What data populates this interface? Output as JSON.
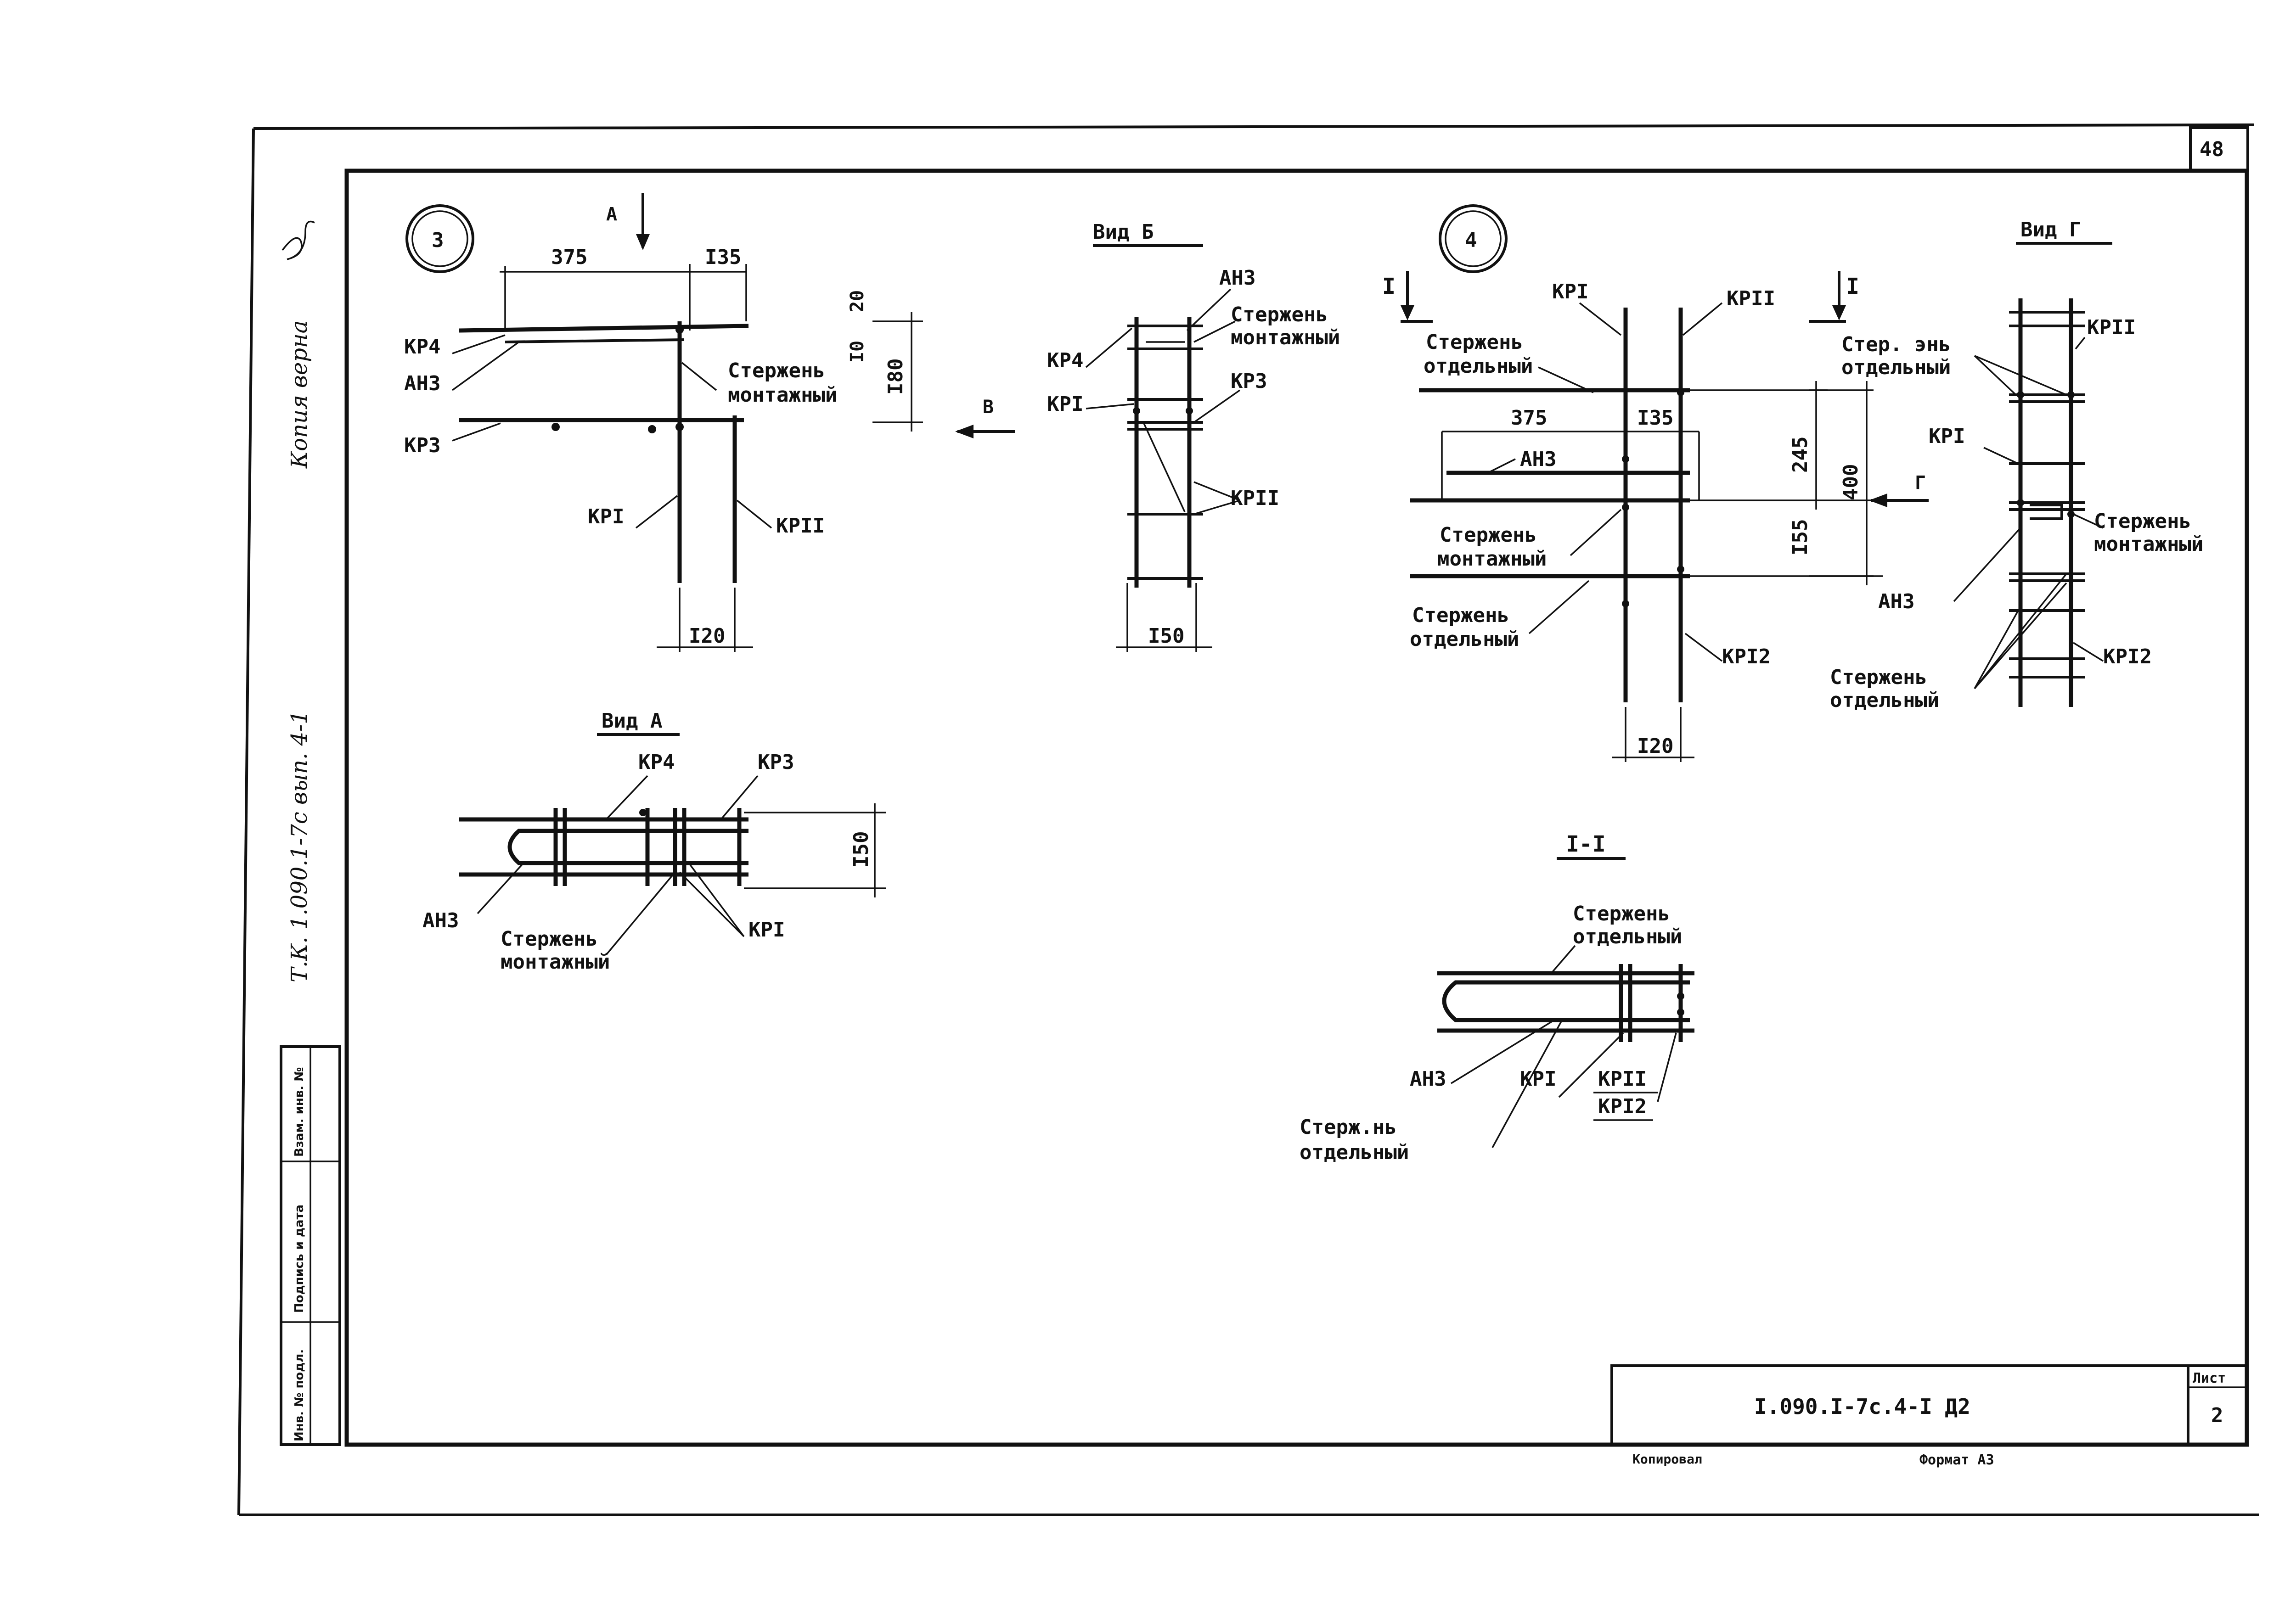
{
  "sheet": {
    "page_number": "48",
    "stamp_text": "Копия верна",
    "series_note": "Т.К. 1.090.1-7с вып. 4-1",
    "title_code": "I.090.I-7c.4-I Д2",
    "sheet_label": "Лист",
    "sheet_number": "2",
    "copied_label": "Копировал",
    "format_label": "Формат А3",
    "side_columns": [
      "Инв. № подл.",
      "Подпись и дата",
      "Взам. инв. №"
    ]
  },
  "node3": {
    "circle_label": "3",
    "arrow_a": "А",
    "arrow_v": "В",
    "dims": {
      "d375": "375",
      "d135": "I35",
      "d20": "20",
      "d10": "I0",
      "d180": "I80",
      "d120": "I20"
    },
    "labels": {
      "kp4": "КР4",
      "ah3": "АН3",
      "kp3": "КР3",
      "kp1": "КРI",
      "kp11": "КРII",
      "rod1": "Стержень",
      "rod2": "монтажный"
    }
  },
  "view_b": {
    "title": "Вид Б",
    "labels": {
      "ah3": "АН3",
      "rod1": "Стержень",
      "rod2": "монтажный",
      "kp4": "КР4",
      "kp1": "КРI",
      "kp3": "КР3",
      "kp11": "КРII"
    },
    "dim150": "I50"
  },
  "view_a": {
    "title": "Вид А",
    "labels": {
      "kp4": "КР4",
      "kp3": "КР3",
      "ah3": "АН3",
      "rod1": "Стержень",
      "rod2": "монтажный",
      "kp1": "КРI"
    },
    "dim150": "I50"
  },
  "node4": {
    "circle_label": "4",
    "section_mark": "I",
    "arrow_g": "Г",
    "dims": {
      "d375": "375",
      "d135": "I35",
      "d245": "245",
      "d400": "400",
      "d155": "I55",
      "d120": "I20"
    },
    "labels": {
      "kp1": "КРI",
      "kp11": "КРII",
      "kp12": "КРI2",
      "ah3": "АН3",
      "rod_sep1": "Стержень",
      "rod_sep2": "отдельный",
      "rod_mont1": "Стержень",
      "rod_mont2": "монтажный",
      "rod_sep3": "Стержень",
      "rod_sep4": "отдельный"
    }
  },
  "view_g": {
    "title": "Вид Г",
    "labels": {
      "kp11": "КРII",
      "kp1": "КРI",
      "ah3": "АН3",
      "kp12": "КРI2",
      "rod_sep1": "Стер. энь",
      "rod_sep2": "отдельный",
      "rod_mont1": "Стержень",
      "rod_mont2": "монтажный",
      "rod_sep3": "Стержень",
      "rod_sep4": "отдельный"
    }
  },
  "section_1_1": {
    "title": "I-I",
    "labels": {
      "rod1": "Стержень",
      "rod2": "отдельный",
      "ah3": "АН3",
      "kp1": "КРI",
      "kp11": "КРII",
      "kp12": "КРI2",
      "rod3": "Стерж.нь",
      "rod4": "отдельный"
    }
  }
}
